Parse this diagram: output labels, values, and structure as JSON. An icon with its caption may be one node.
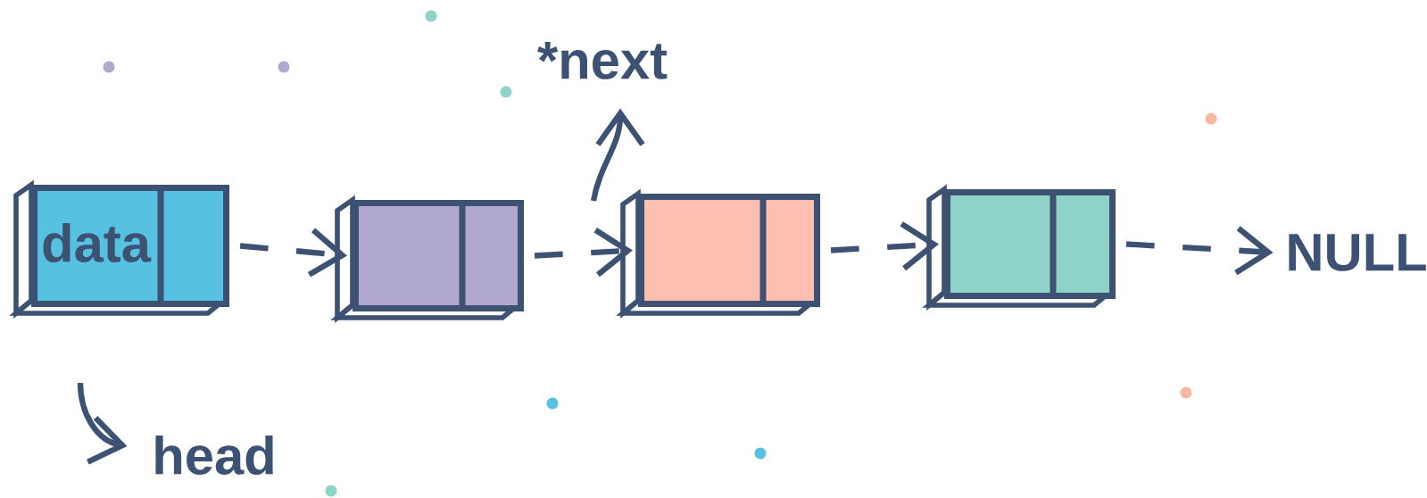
{
  "diagram": {
    "nodes": [
      {
        "text": [
          "data"
        ]
      },
      {
        "text": [],
        "shape": "box"
      },
      {
        "text": [],
        "shape": "box"
      },
      {
        "text": [],
        "shape": "box"
      },
      {
        "text": [
          "NULL"
        ]
      },
      {
        "text": [
          "*next"
        ]
      },
      {
        "text": [
          "head"
        ]
      }
    ],
    "edges": [
      {
        "from": 0,
        "to": 1,
        "arrow": "to",
        "style": "dashed"
      },
      {
        "from": 1,
        "to": 2,
        "arrow": "to",
        "style": "dashed"
      },
      {
        "from": 2,
        "to": 3,
        "arrow": "to",
        "style": "dashed"
      },
      {
        "from": 3,
        "to": 4,
        "arrow": "to",
        "style": "dashed"
      },
      {
        "from": 2,
        "to": 5,
        "arrow": "to"
      },
      {
        "from": 0,
        "to": 6,
        "arrow": "to"
      }
    ]
  }
}
